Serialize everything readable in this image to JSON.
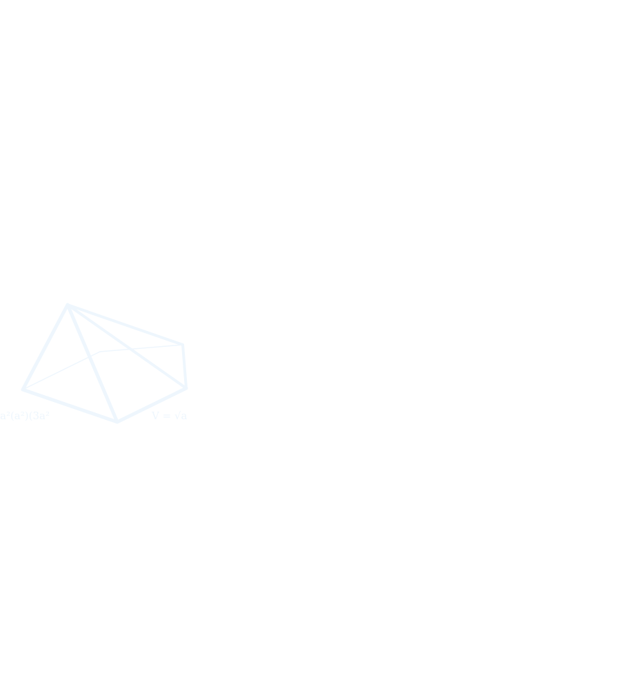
{
  "watermark": {
    "shape": "pyramid-wireframe",
    "color": "#eef6fd",
    "left_text": "a²(a²)(3a²",
    "right_text": "V = √a"
  }
}
